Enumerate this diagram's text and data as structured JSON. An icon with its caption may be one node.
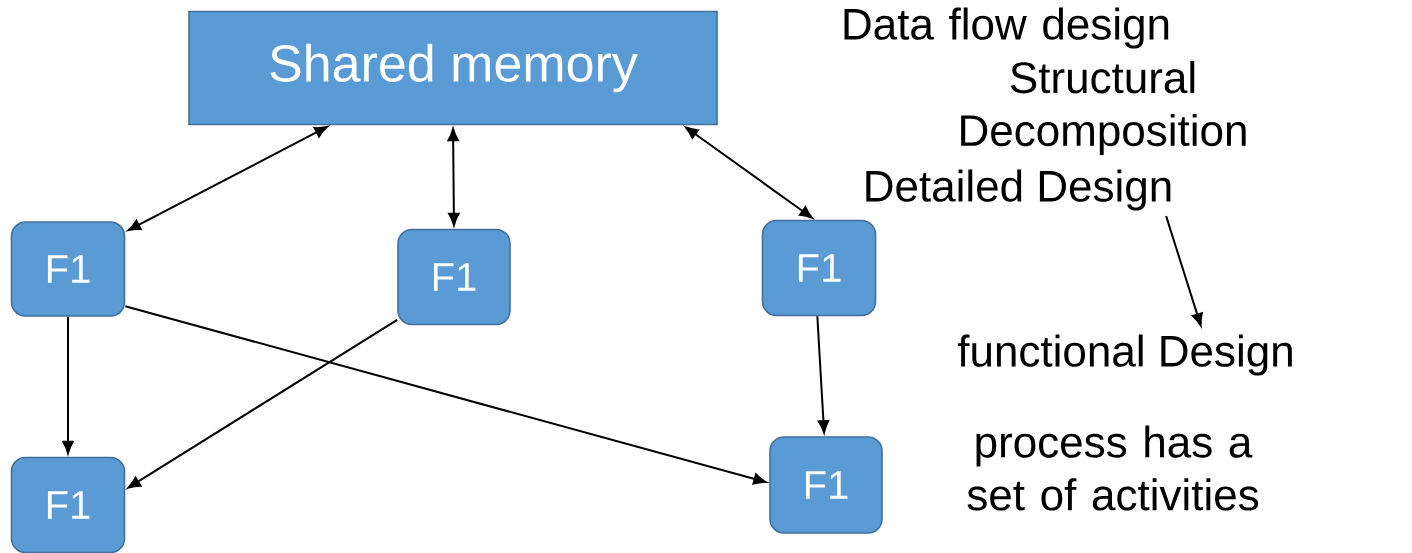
{
  "diagram": {
    "nodes": [
      {
        "text": [
          "Shared memory"
        ]
      },
      {
        "text": [
          "F1"
        ]
      },
      {
        "text": [
          "F1"
        ]
      },
      {
        "text": [
          "F1"
        ]
      },
      {
        "text": [
          "F1"
        ]
      },
      {
        "text": [
          "F1"
        ]
      },
      {
        "text": [
          "Detailed Design"
        ]
      },
      {
        "text": [
          "functional Design"
        ]
      }
    ],
    "edges": [
      {
        "from": 0,
        "to": 1,
        "arrow": "both"
      },
      {
        "from": 0,
        "to": 2,
        "arrow": "both"
      },
      {
        "from": 0,
        "to": 3,
        "arrow": "both"
      },
      {
        "from": 1,
        "to": 4,
        "arrow": "to"
      },
      {
        "from": 2,
        "to": 4,
        "arrow": "to"
      },
      {
        "from": 1,
        "to": 5,
        "arrow": "to"
      },
      {
        "from": 3,
        "to": 5,
        "arrow": "to"
      },
      {
        "from": 6,
        "to": 7,
        "arrow": "to"
      }
    ],
    "labels": [
      "Data flow design",
      "Structural Decomposition",
      "process has a set of activities"
    ]
  }
}
